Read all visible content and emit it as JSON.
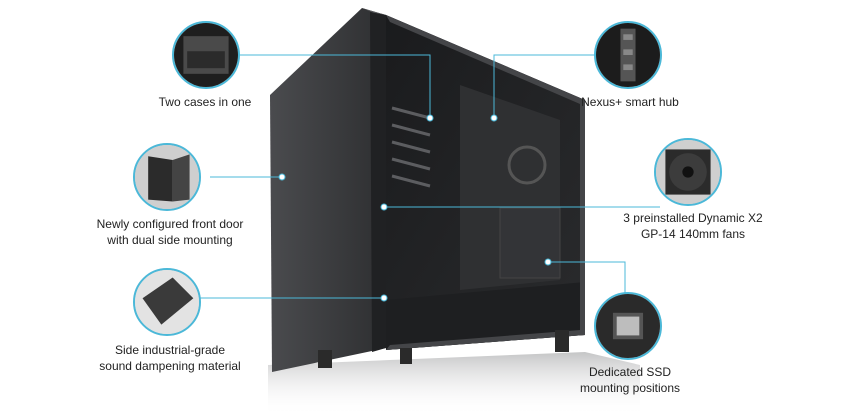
{
  "colors": {
    "accent": "#4bb8d8",
    "case_dark": "#2b2c2e",
    "case_mid": "#3d3e40",
    "background": "#ffffff"
  },
  "callouts": [
    {
      "id": "two-cases",
      "lines": [
        "Two cases in one"
      ],
      "icon": "case-interior-icon"
    },
    {
      "id": "front-door",
      "lines": [
        "Newly configured front door",
        "with dual side mounting"
      ],
      "icon": "front-door-icon"
    },
    {
      "id": "dampening",
      "lines": [
        "Side industrial-grade",
        "sound dampening material"
      ],
      "icon": "dampening-panel-icon"
    },
    {
      "id": "nexus-hub",
      "lines": [
        "Nexus+ smart hub"
      ],
      "icon": "circuit-board-icon"
    },
    {
      "id": "fans",
      "lines": [
        "3 preinstalled Dynamic X2",
        "GP-14 140mm fans"
      ],
      "icon": "fan-icon"
    },
    {
      "id": "ssd",
      "lines": [
        "Dedicated SSD",
        "mounting positions"
      ],
      "icon": "ssd-bracket-icon"
    }
  ]
}
